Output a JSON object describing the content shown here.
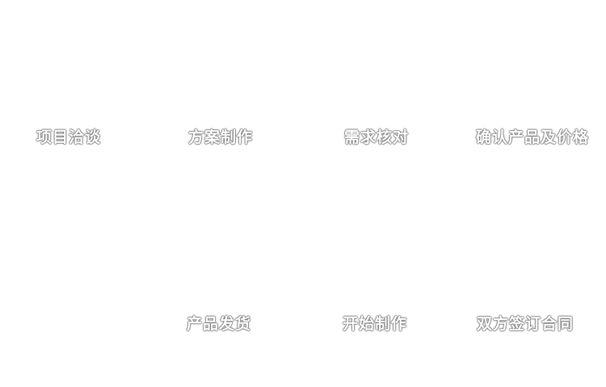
{
  "colors": {
    "background": "#ffffff",
    "step_label_text": "#ffffff"
  },
  "flow": {
    "steps": [
      {
        "label": "项目洽谈"
      },
      {
        "label": "方案制作"
      },
      {
        "label": "需求核对"
      },
      {
        "label": "确认产品及价格"
      },
      {
        "label": "双方签订合同"
      },
      {
        "label": "开始制作"
      },
      {
        "label": "产品发货"
      }
    ]
  }
}
